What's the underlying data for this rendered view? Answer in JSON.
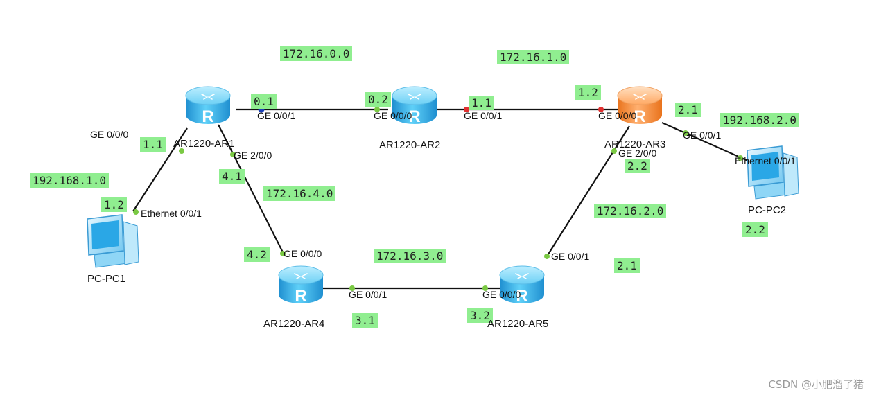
{
  "devices": {
    "ar1": "AR1220-AR1",
    "ar2": "AR1220-AR2",
    "ar3": "AR1220-AR3",
    "ar4": "AR1220-AR4",
    "ar5": "AR1220-AR5",
    "pc1": "PC-PC1",
    "pc2": "PC-PC2"
  },
  "ports": {
    "ar1_ge000": "GE 0/0/0",
    "ar1_ge001": "GE 0/0/1",
    "ar1_ge200": "GE 2/0/0",
    "ar2_ge000": "GE 0/0/0",
    "ar2_ge001": "GE 0/0/1",
    "ar3_ge000": "GE 0/0/0",
    "ar3_ge001": "GE 0/0/1",
    "ar3_ge200": "GE 2/0/0",
    "ar4_ge000": "GE 0/0/0",
    "ar4_ge001": "GE 0/0/1",
    "ar5_ge000": "GE 0/0/0",
    "ar5_ge001": "GE 0/0/1",
    "pc1_eth": "Ethernet 0/0/1",
    "pc2_eth": "Ethernet 0/0/1"
  },
  "labels": {
    "net_172_16_0_0": "172.16.0.0",
    "net_172_16_1_0": "172.16.1.0",
    "net_172_16_2_0": "172.16.2.0",
    "net_172_16_3_0": "172.16.3.0",
    "net_172_16_4_0": "172.16.4.0",
    "net_192_168_1_0": "192.168.1.0",
    "net_192_168_2_0": "192.168.2.0",
    "ar1_0_1": "0.1",
    "ar1_1_1": "1.1",
    "ar1_4_1": "4.1",
    "ar2_0_2": "0.2",
    "ar2_1_1": "1.1",
    "ar3_1_2": "1.2",
    "ar3_2_1": "2.1",
    "ar3_2_2": "2.2",
    "ar4_4_2": "4.2",
    "ar4_3_1": "3.1",
    "ar5_3_2": "3.2",
    "ar5_2_1": "2.1",
    "pc1_1_2": "1.2",
    "pc2_2_2": "2.2"
  },
  "watermark": "CSDN @小肥溜了猪",
  "colors": {
    "router_blue": "#3eb3e8",
    "router_orange": "#f5923e",
    "label_bg": "#90ee90",
    "port_green": "#7ac943",
    "port_red": "#e03030",
    "port_blue": "#1a3fb8"
  }
}
